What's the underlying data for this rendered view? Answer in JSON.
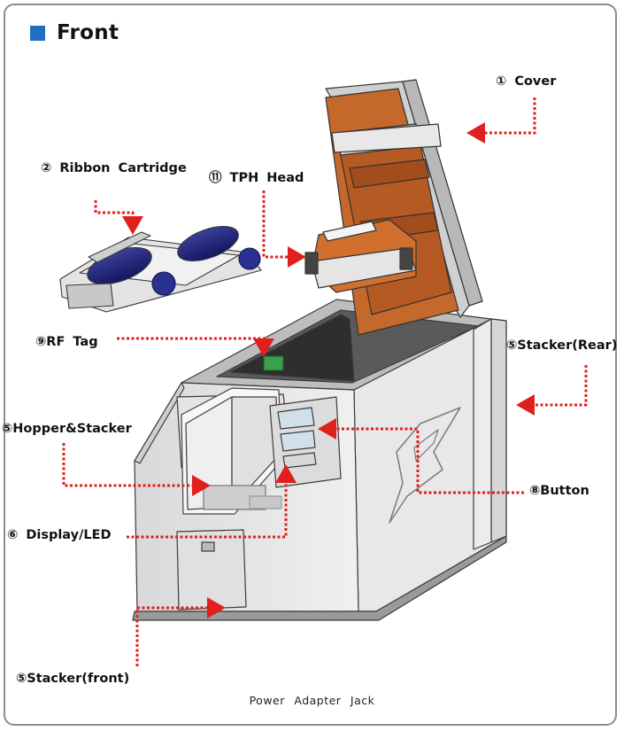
{
  "heading": {
    "title": "Front",
    "marker_color": "#1f6fc4"
  },
  "labels": {
    "cover": "① Cover",
    "ribbon": "② Ribbon Cartridge",
    "tph": "⑪ TPH Head",
    "rf": "⑨RF Tag",
    "stacker_rear": "⑤Stacker(Rear)",
    "hopper": "⑤Hopper&Stacker",
    "button": "⑧Button",
    "display": "⑥ Display/LED",
    "stacker_front": "⑤Stacker(front)"
  },
  "caption": "Power Adapter Jack",
  "colors": {
    "arrow": "#e0201c",
    "frame": "#8c8c8c",
    "cover_inner": "#c4682b"
  }
}
